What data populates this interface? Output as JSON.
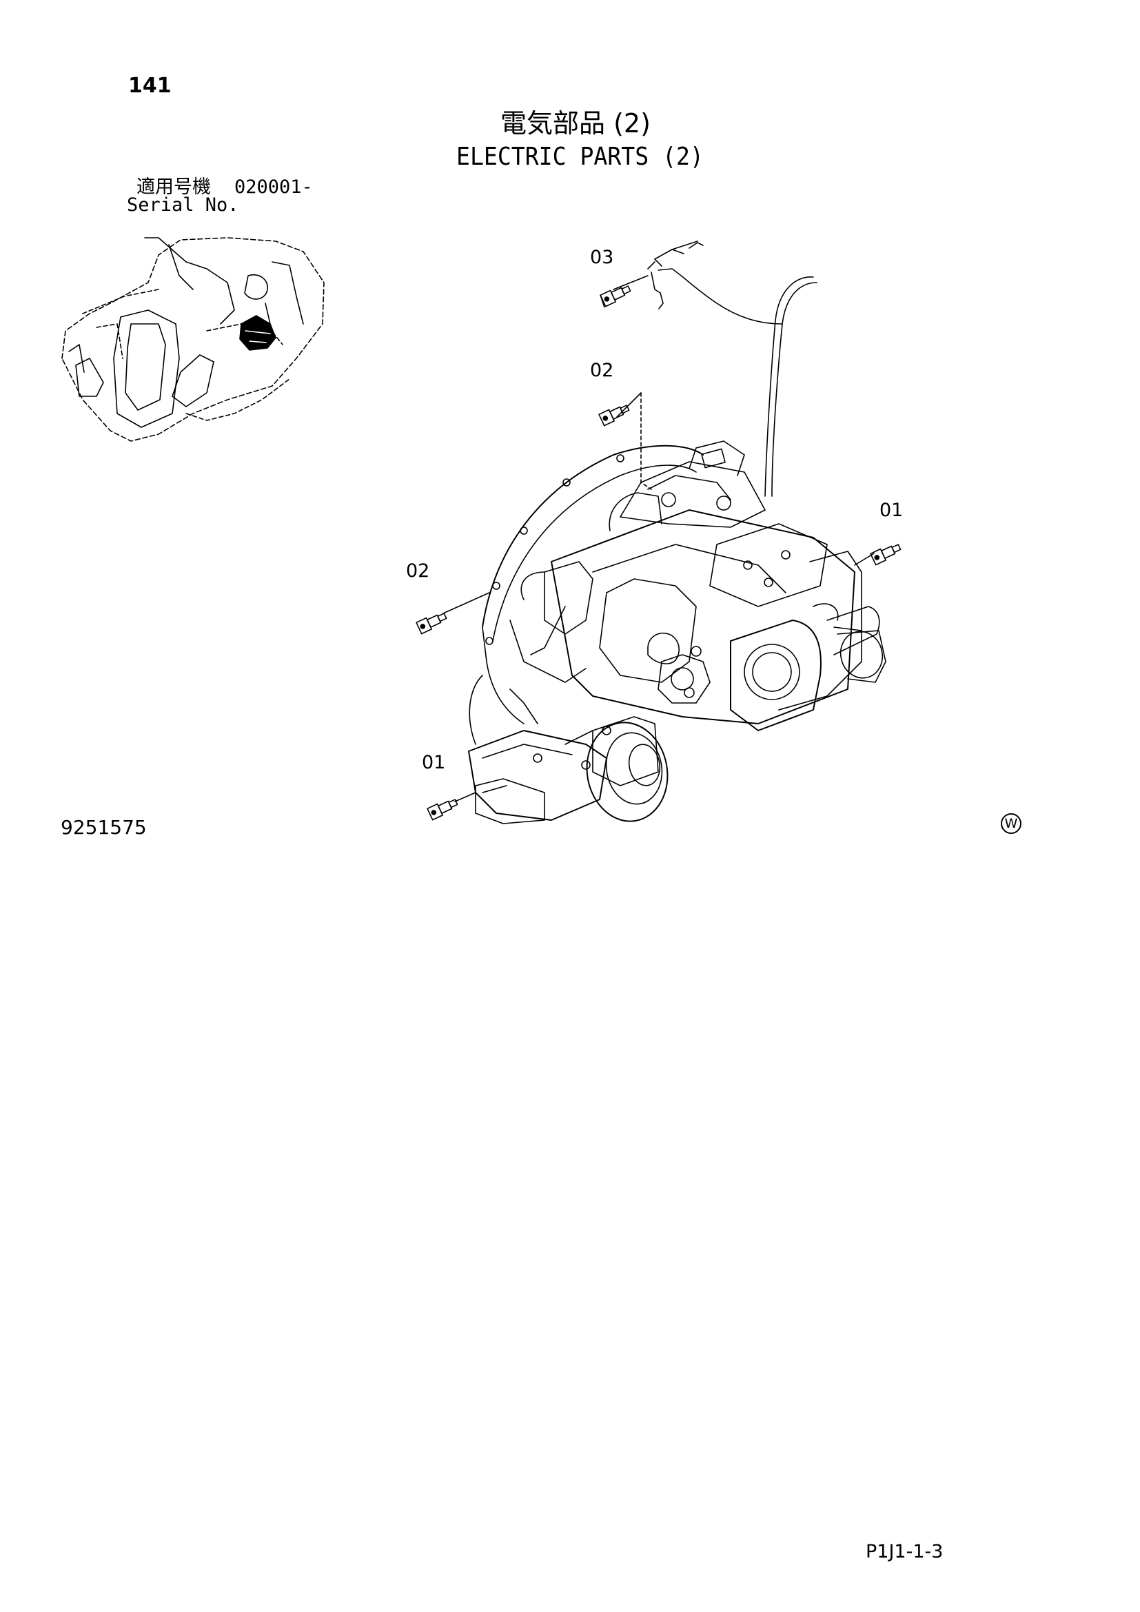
{
  "page": {
    "number": "141",
    "title_jp": "電気部品 (2)",
    "title_en": "ELECTRIC PARTS (2)",
    "serial_label_jp": "適用号機",
    "serial_range": "020001-",
    "serial_label_en": "Serial No.",
    "doc_number": "9251575",
    "circle_mark": "W",
    "page_code": "P1J1-1-3"
  },
  "callouts": {
    "c03": "03",
    "c02_top": "02",
    "c01_right": "01",
    "c02_left": "02",
    "c01_bottom": "01"
  },
  "icons": [
    "excavator-locator-illustration",
    "hydraulic-pump-assembly-illustration",
    "pressure-sensor-icon",
    "circled-w-mark"
  ]
}
